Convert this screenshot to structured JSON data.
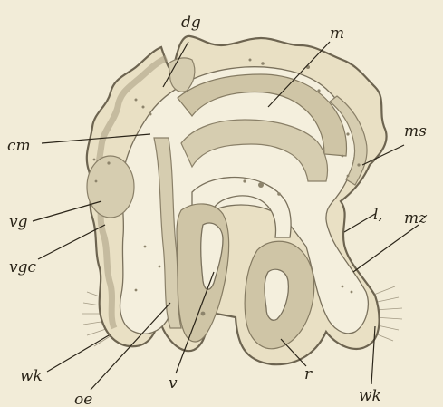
{
  "figure": {
    "labels": {
      "dg": "dg",
      "m": "m",
      "cm": "cm",
      "ms": "ms",
      "vg": "vg",
      "l": "l,",
      "mz": "mz",
      "vgc": "vgc",
      "wk_left": "wk",
      "wk_right": "wk",
      "oe": "oe",
      "v": "v",
      "r": "r"
    }
  }
}
